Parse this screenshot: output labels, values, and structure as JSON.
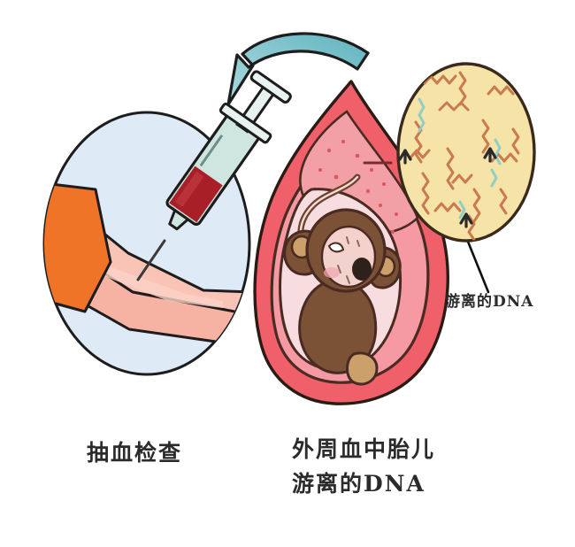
{
  "figure": {
    "background_color": "#ffffff",
    "title_alt": "产前无创DNA检测示意图"
  },
  "panels": {
    "left": {
      "caption": "抽血检查",
      "scene_name": "blood-draw-illustration",
      "oval_fill": "#dfeaf7",
      "outline_color": "#1d1d1d",
      "sleeve_color": "#ef7427",
      "skin_color": "#f9c3b6",
      "skin_shadow": "#f5a896",
      "syringe": {
        "barrel_color": "#cfe6e0",
        "blood_color": "#a81f28",
        "metal_color": "#6f8d8a",
        "needle_color": "#3a3a3a"
      }
    },
    "right": {
      "caption_line1": "外周血中胎儿",
      "caption_line2": "游离的DNA",
      "scene_name": "uterus-fetus-illustration",
      "uterus_wall_color": "#f0606a",
      "uterus_inner_color": "#f59aa3",
      "placenta_color": "#f2a0a6",
      "placenta_speck_color": "#d9575f",
      "amniotic_color": "#f8dde0",
      "outline_color": "#4a2b22",
      "baby": {
        "body_color": "#7c5236",
        "face_color": "#f3d2cd",
        "hand_color": "#cba06b",
        "patch_color": "#2e2119"
      }
    }
  },
  "arrow": {
    "name": "flow-arrow",
    "direction": "right-to-left",
    "fill_start": "#9fd2d8",
    "fill_end": "#5fb3bd",
    "outline_color": "#1d1d1d"
  },
  "callout": {
    "label": "游离的DNA",
    "circle_fill": "#f6e3a8",
    "circle_outline": "#3a2a1c",
    "leader_color": "#111111",
    "dna_strand_color": "#c97a4e",
    "dna_strand_alt_color": "#8fcfc4",
    "antibody_symbol": "Y",
    "antibody_color": "#2b2b2b",
    "antibody_count": 3,
    "strand_count": 22
  }
}
